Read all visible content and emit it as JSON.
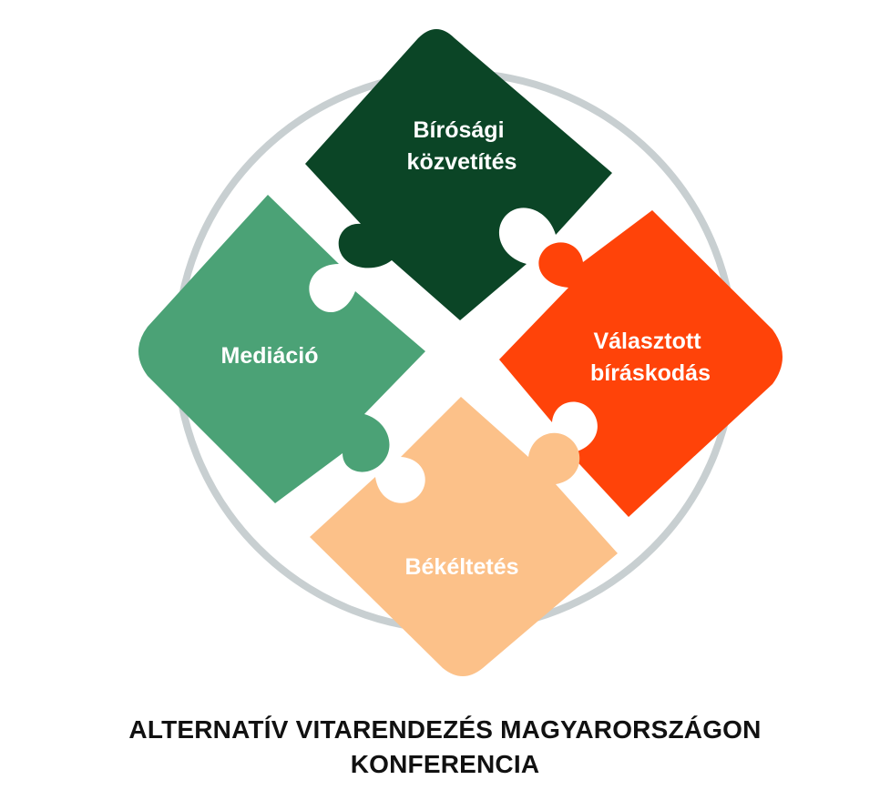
{
  "pieces": {
    "top": {
      "lines": [
        "Bírósági",
        "közvetítés"
      ],
      "color": "#0b4526"
    },
    "left": {
      "lines": [
        "Mediáció"
      ],
      "color": "#4ba276"
    },
    "right": {
      "lines": [
        "Választott",
        "bíráskodás"
      ],
      "color": "#ff4309"
    },
    "bottom": {
      "lines": [
        "Békéltetés"
      ],
      "color": "#fcc189"
    }
  },
  "ring_color": "#c8cfd1",
  "caption": {
    "line1": "ALTERNATÍV VITARENDEZÉS MAGYARORSZÁGON",
    "line2": "KONFERENCIA"
  }
}
